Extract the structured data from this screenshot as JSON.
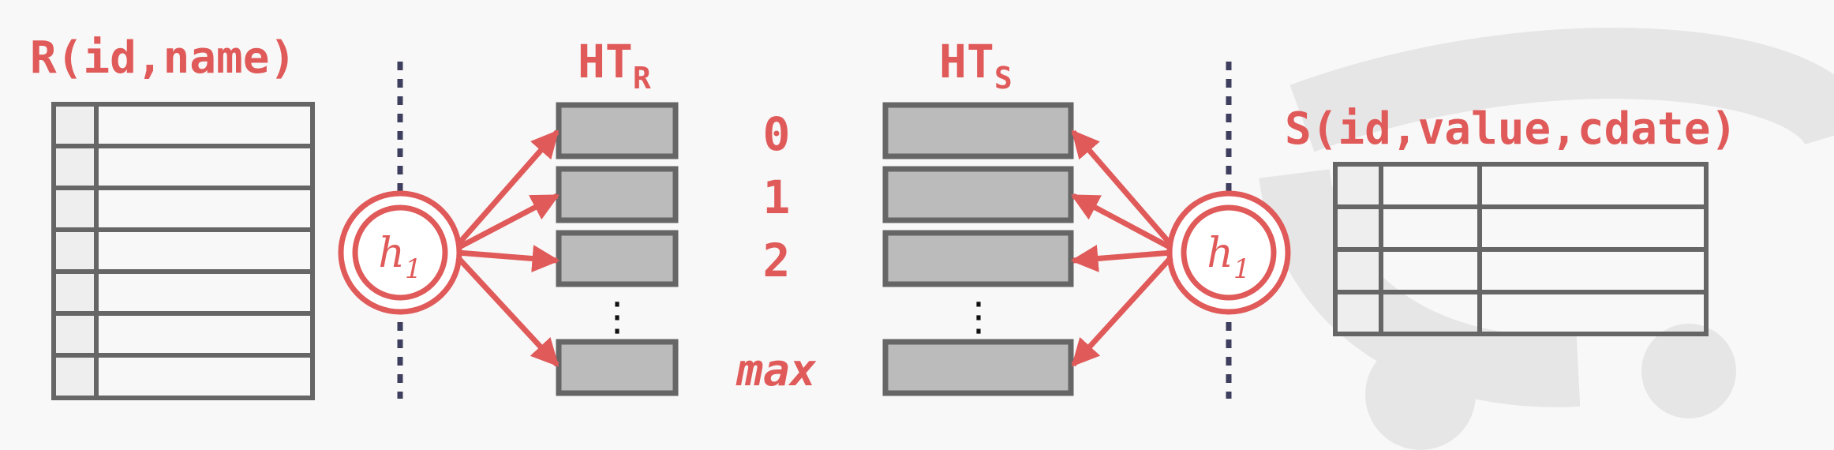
{
  "relation_r": {
    "label": "R(id,name)"
  },
  "relation_s": {
    "label": "S(id,value,cdate)"
  },
  "hash_table_r": {
    "label": "HT",
    "subscript": "R"
  },
  "hash_table_s": {
    "label": "HT",
    "subscript": "S"
  },
  "hash_function_left": {
    "label": "h",
    "subscript": "1"
  },
  "hash_function_right": {
    "label": "h",
    "subscript": "1"
  },
  "buckets": {
    "labels": [
      "0",
      "1",
      "2",
      "max"
    ],
    "ellipsis": "⋮"
  },
  "colors": {
    "accent": "#e05a5a",
    "grid": "#666666",
    "bucket_fill": "#bbbbbb",
    "divider": "#3e3e5e",
    "background": "#f8f8f8",
    "watermark": "#e6e6e6"
  }
}
